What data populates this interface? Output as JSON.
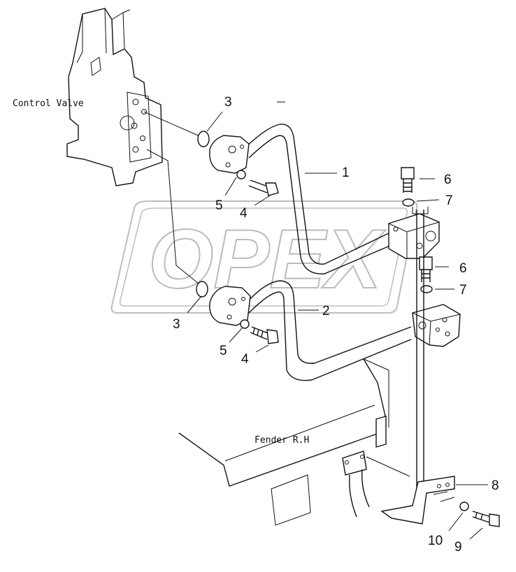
{
  "labels": {
    "control_valve": "Control Valve",
    "fender": "Fender R.H"
  },
  "callouts": {
    "c1": "1",
    "c2": "2",
    "c3a": "3",
    "c3b": "3",
    "c4a": "4",
    "c4b": "4",
    "c5a": "5",
    "c5b": "5",
    "c6a": "6",
    "c6b": "6",
    "c7a": "7",
    "c7b": "7",
    "c8": "8",
    "c9": "9",
    "c10": "10"
  },
  "watermark": "OPEX"
}
